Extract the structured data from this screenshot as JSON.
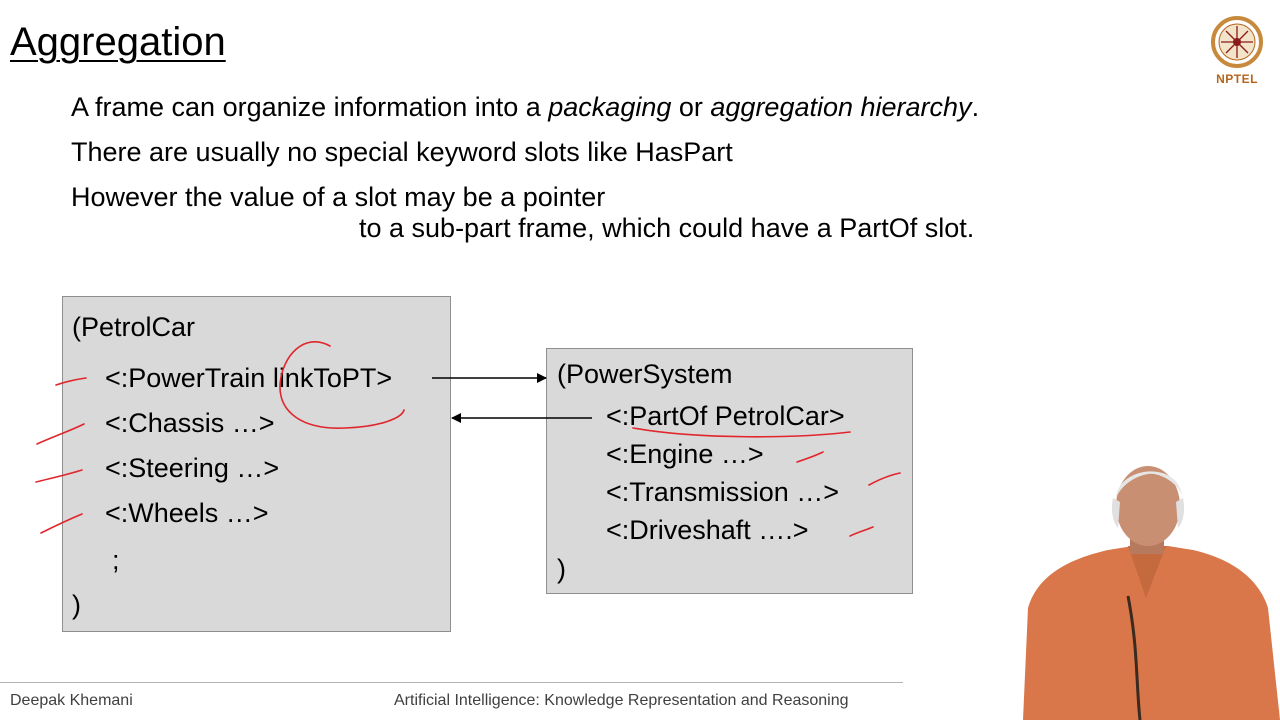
{
  "slide": {
    "title": "Aggregation",
    "lines": [
      {
        "before": "A frame can organize information into a ",
        "em1": "packaging",
        "mid": " or ",
        "em2": "aggregation hierarchy",
        "after": "."
      },
      {
        "text": "There are usually no special keyword slots like HasPart"
      },
      {
        "text": "However the value of a slot may be a pointer"
      },
      {
        "text": "to a sub-part frame, which could have a PartOf slot."
      }
    ]
  },
  "frame_petrolcar": {
    "open": "(PetrolCar",
    "slots": [
      "<:PowerTrain linkToPT>",
      "<:Chassis …>",
      "<:Steering …>",
      "<:Wheels …>"
    ],
    "ellipsis": ";",
    "close": ")"
  },
  "frame_powersystem": {
    "open": "(PowerSystem",
    "slots": [
      "<:PartOf PetrolCar>",
      "<:Engine …>",
      "<:Transmission …>",
      "<:Driveshaft ….>"
    ],
    "close": ")"
  },
  "footer": {
    "author": "Deepak Khemani",
    "course": "Artificial Intelligence: Knowledge Representation and Reasoning"
  },
  "logo": {
    "text": "NPTEL"
  },
  "colors": {
    "annotation": "#e0262c",
    "box_fill": "#d9d9d9",
    "logo": "#b5651d"
  }
}
